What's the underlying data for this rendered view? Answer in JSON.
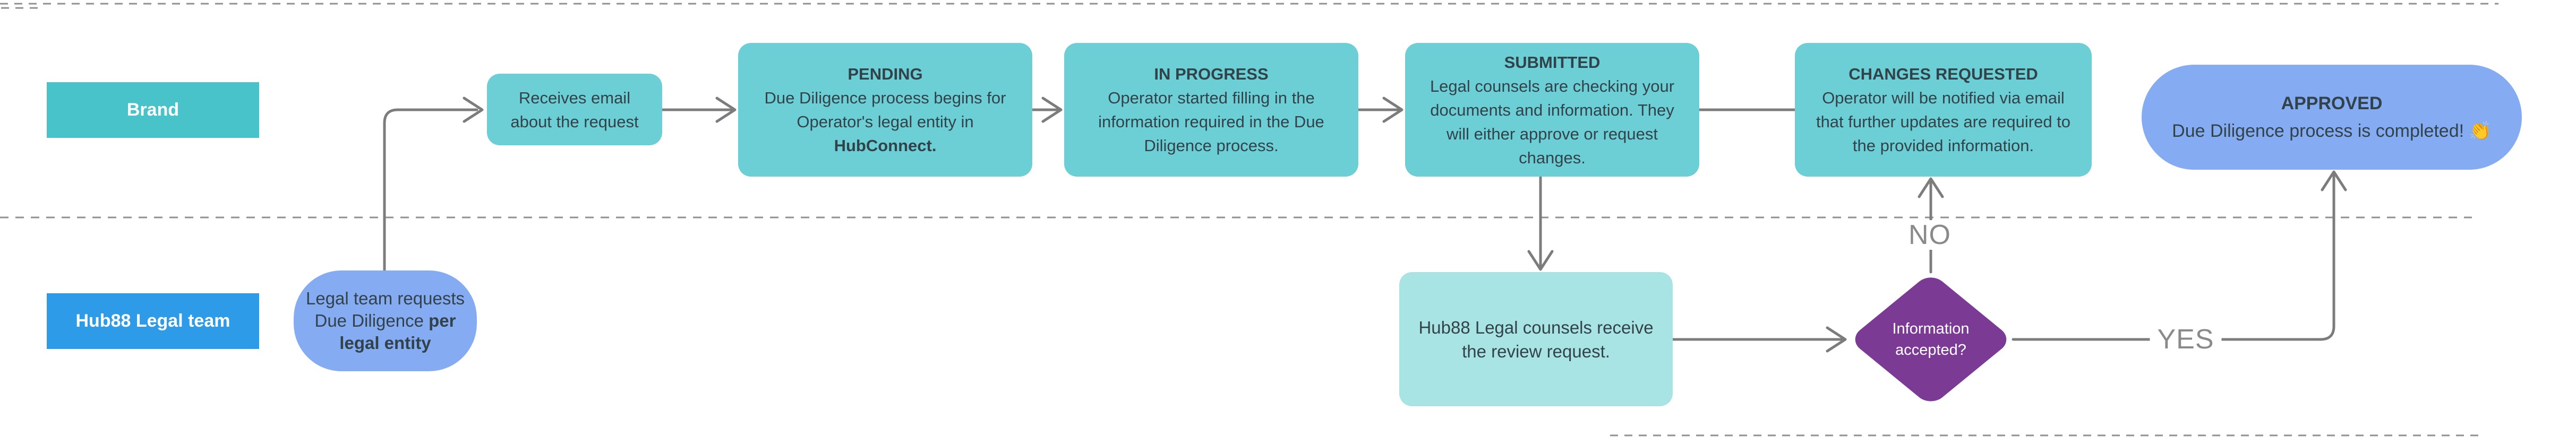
{
  "diagram": {
    "lanes": {
      "brand": {
        "label": "Brand"
      },
      "legal": {
        "label": "Hub88 Legal team"
      }
    },
    "nodes": {
      "receives_email": {
        "text": "Receives email about the request"
      },
      "pending": {
        "title": "PENDING",
        "body": "Due Diligence process begins for Operator's legal entity in ",
        "body_bold": "HubConnect."
      },
      "in_progress": {
        "title": "IN PROGRESS",
        "body": "Operator started filling in the information required in the Due Diligence process."
      },
      "submitted": {
        "title": "SUBMITTED",
        "body": "Legal counsels are checking your documents and information. They will either approve or request changes."
      },
      "changes_requested": {
        "title": "CHANGES REQUESTED",
        "body": "Operator will be notified via email that further updates are required to the provided information."
      },
      "approved": {
        "title": "APPROVED",
        "body": "Due Diligence process is completed! 👏"
      },
      "legal_request": {
        "line1": "Legal team requests",
        "line2": "Due Diligence ",
        "line2_bold": "per",
        "line3_bold": "legal entity"
      },
      "receive_review": {
        "text": "Hub88 Legal counsels receive the review request."
      },
      "decision": {
        "text": "Information accepted?"
      }
    },
    "edge_labels": {
      "no": "NO",
      "yes": "YES"
    },
    "colors": {
      "lane_brand_teal": "#47C3C9",
      "lane_legal_blue": "#2E9BE8",
      "process_teal": "#6CCFD5",
      "light_teal": "#A9E4E4",
      "periwinkle_blue": "#85ABF2",
      "decision_purple": "#7B3B95",
      "connector_gray": "#7C7C7C",
      "dashed_border_gray": "#909090",
      "edge_label_gray": "#8A8A8A",
      "text_dark": "#324249"
    }
  }
}
